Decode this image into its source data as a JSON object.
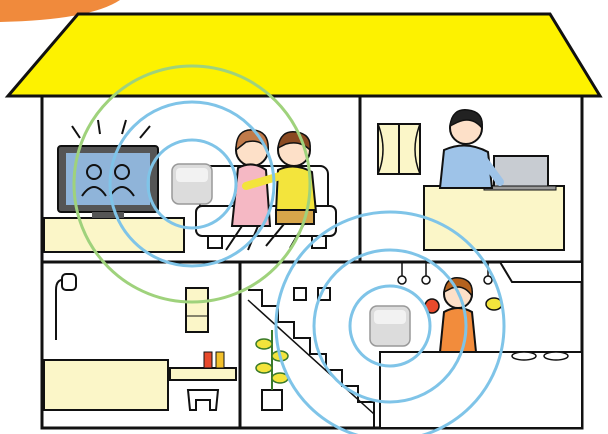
{
  "scene": {
    "subject": "house-cross-section",
    "colors": {
      "roof": "#fdf200",
      "wall_outline": "#111111",
      "wifi_ring": "#7fc4e8",
      "wifi_ring_green": "#9fd27c",
      "access_point": "#dcdcdc",
      "floor_beige": "#fbf6c8",
      "tv_screen": "#8fb4d9",
      "sofa": "#ffffff",
      "girl_dress": "#f5b8c4",
      "boy_shirt": "#f3e43c",
      "man_shirt": "#9ec3e8",
      "apron": "#f28c3c",
      "banner": "#f08a3c"
    },
    "rooms": [
      "living-room",
      "office",
      "bathroom",
      "stairwell",
      "kitchen"
    ],
    "access_points": 2
  }
}
